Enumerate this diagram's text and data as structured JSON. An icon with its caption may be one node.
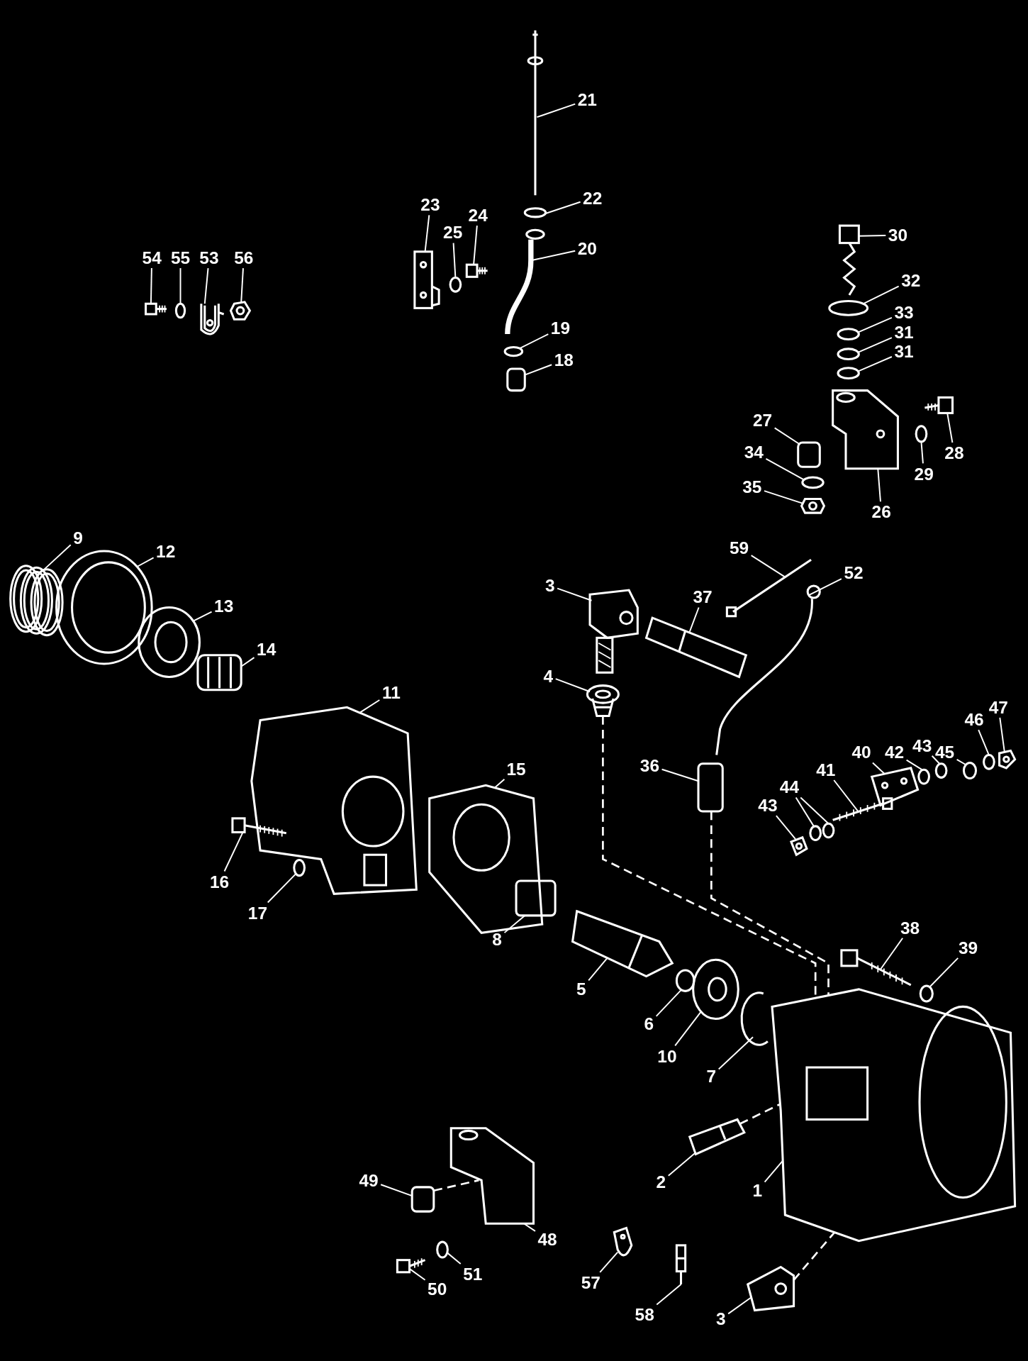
{
  "diagram": {
    "nodes": [
      {
        "text": [
          "21"
        ]
      },
      {
        "text": [
          "22"
        ]
      },
      {
        "text": [
          "23"
        ]
      },
      {
        "text": [
          "24"
        ]
      },
      {
        "text": [
          "25"
        ]
      },
      {
        "text": [
          "20"
        ]
      },
      {
        "text": [
          "30"
        ]
      },
      {
        "text": [
          "54"
        ]
      },
      {
        "text": [
          "55"
        ]
      },
      {
        "text": [
          "53"
        ]
      },
      {
        "text": [
          "56"
        ]
      },
      {
        "text": [
          "32"
        ]
      },
      {
        "text": [
          "33"
        ]
      },
      {
        "text": [
          "19"
        ]
      },
      {
        "text": [
          "31"
        ]
      },
      {
        "text": [
          "31"
        ]
      },
      {
        "text": [
          "18"
        ]
      },
      {
        "text": [
          "27"
        ]
      },
      {
        "text": [
          "34"
        ]
      },
      {
        "text": [
          "28"
        ]
      },
      {
        "text": [
          "29"
        ]
      },
      {
        "text": [
          "35"
        ]
      },
      {
        "text": [
          "26"
        ]
      },
      {
        "text": [
          "9"
        ]
      },
      {
        "text": [
          "59"
        ]
      },
      {
        "text": [
          "12"
        ]
      },
      {
        "text": [
          "52"
        ]
      },
      {
        "text": [
          "3"
        ]
      },
      {
        "text": [
          "37"
        ]
      },
      {
        "text": [
          "13"
        ]
      },
      {
        "text": [
          "14"
        ]
      },
      {
        "text": [
          "4"
        ]
      },
      {
        "text": [
          "11"
        ]
      },
      {
        "text": [
          "47"
        ]
      },
      {
        "text": [
          "46"
        ]
      },
      {
        "text": [
          "43"
        ]
      },
      {
        "text": [
          "42"
        ]
      },
      {
        "text": [
          "45"
        ]
      },
      {
        "text": [
          "40"
        ]
      },
      {
        "text": [
          "36"
        ]
      },
      {
        "text": [
          "15"
        ]
      },
      {
        "text": [
          "41"
        ]
      },
      {
        "text": [
          "44"
        ]
      },
      {
        "text": [
          "43"
        ]
      },
      {
        "text": [
          "16"
        ]
      },
      {
        "text": [
          "17"
        ]
      },
      {
        "text": [
          "38"
        ]
      },
      {
        "text": [
          "8"
        ]
      },
      {
        "text": [
          "39"
        ]
      },
      {
        "text": [
          "5"
        ]
      },
      {
        "text": [
          "6"
        ]
      },
      {
        "text": [
          "10"
        ]
      },
      {
        "text": [
          "7"
        ]
      },
      {
        "text": [
          "49"
        ]
      },
      {
        "text": [
          "2"
        ]
      },
      {
        "text": [
          "1"
        ]
      },
      {
        "text": [
          "48"
        ]
      },
      {
        "text": [
          "51"
        ]
      },
      {
        "text": [
          "57"
        ]
      },
      {
        "text": [
          "50"
        ]
      },
      {
        "text": [
          "58"
        ]
      },
      {
        "text": [
          "3"
        ]
      },
      {
        "text": [],
        "shape": "picture"
      },
      {
        "text": [],
        "shape": "circle"
      },
      {
        "text": [],
        "shape": "picture"
      },
      {
        "text": [],
        "shape": "picture"
      },
      {
        "text": [],
        "shape": "circle"
      },
      {
        "text": [],
        "shape": "picture"
      },
      {
        "text": [],
        "shape": "picture"
      },
      {
        "text": [],
        "shape": "picture"
      },
      {
        "text": [],
        "shape": "circle"
      },
      {
        "text": [],
        "shape": "picture"
      },
      {
        "text": [],
        "shape": "picture"
      },
      {
        "text": [],
        "shape": "circle"
      },
      {
        "text": [],
        "shape": "circle"
      },
      {
        "text": [],
        "shape": "circle"
      },
      {
        "text": [],
        "shape": "circle"
      },
      {
        "text": [],
        "shape": "circle"
      },
      {
        "text": [],
        "shape": "box"
      },
      {
        "text": [],
        "shape": "box"
      },
      {
        "text": [],
        "shape": "circle"
      },
      {
        "text": [],
        "shape": "picture"
      },
      {
        "text": [],
        "shape": "circle"
      },
      {
        "text": [],
        "shape": "picture"
      },
      {
        "text": [],
        "shape": "picture"
      },
      {
        "text": [],
        "shape": "picture"
      },
      {
        "text": [],
        "shape": "picture"
      },
      {
        "text": [],
        "shape": "picture"
      },
      {
        "text": [],
        "shape": "picture"
      },
      {
        "text": [],
        "shape": "picture"
      },
      {
        "text": [],
        "shape": "picture"
      },
      {
        "text": [],
        "shape": "picture"
      },
      {
        "text": [],
        "shape": "picture"
      },
      {
        "text": [],
        "shape": "picture"
      },
      {
        "text": [],
        "shape": "picture"
      },
      {
        "text": [],
        "shape": "picture"
      },
      {
        "text": [],
        "shape": "circle"
      },
      {
        "text": [],
        "shape": "circle"
      },
      {
        "text": [],
        "shape": "circle"
      },
      {
        "text": [],
        "shape": "circle"
      },
      {
        "text": [],
        "shape": "picture"
      },
      {
        "text": [],
        "shape": "box"
      },
      {
        "text": [],
        "shape": "picture"
      },
      {
        "text": [],
        "shape": "picture"
      },
      {
        "text": [],
        "shape": "circle"
      },
      {
        "text": [],
        "shape": "circle"
      },
      {
        "text": [],
        "shape": "picture"
      },
      {
        "text": [],
        "shape": "picture"
      },
      {
        "text": [],
        "shape": "circle"
      },
      {
        "text": [],
        "shape": "picture"
      },
      {
        "text": [],
        "shape": "box"
      },
      {
        "text": [],
        "shape": "circle"
      },
      {
        "text": [],
        "shape": "picture"
      },
      {
        "text": [],
        "shape": "circle"
      },
      {
        "text": [],
        "shape": "picture"
      },
      {
        "text": [],
        "shape": "picture"
      },
      {
        "text": [],
        "shape": "box"
      },
      {
        "text": [],
        "shape": "picture"
      },
      {
        "text": [],
        "shape": "picture"
      },
      {
        "text": [],
        "shape": "picture"
      },
      {
        "text": [],
        "shape": "circle"
      },
      {
        "text": [],
        "shape": "picture"
      },
      {
        "text": [],
        "shape": "picture"
      },
      {
        "text": [],
        "shape": "picture"
      },
      {
        "text": [],
        "shape": "picture"
      }
    ],
    "edges": [
      {
        "from": 0,
        "to": 62,
        "arrow": "none"
      },
      {
        "from": 1,
        "to": 63,
        "arrow": "none"
      },
      {
        "from": 2,
        "to": 64,
        "arrow": "none"
      },
      {
        "from": 3,
        "to": 65,
        "arrow": "none"
      },
      {
        "from": 4,
        "to": 66,
        "arrow": "none"
      },
      {
        "from": 5,
        "to": 67,
        "arrow": "none"
      },
      {
        "from": 6,
        "to": 68,
        "arrow": "none"
      },
      {
        "from": 7,
        "to": 69,
        "arrow": "none"
      },
      {
        "from": 8,
        "to": 70,
        "arrow": "none"
      },
      {
        "from": 9,
        "to": 71,
        "arrow": "none"
      },
      {
        "from": 10,
        "to": 72,
        "arrow": "none"
      },
      {
        "from": 11,
        "to": 73,
        "arrow": "none"
      },
      {
        "from": 12,
        "to": 74,
        "arrow": "none"
      },
      {
        "from": 13,
        "to": 75,
        "arrow": "none"
      },
      {
        "from": 14,
        "to": 76,
        "arrow": "none"
      },
      {
        "from": 15,
        "to": 77,
        "arrow": "none"
      },
      {
        "from": 16,
        "to": 78,
        "arrow": "none"
      },
      {
        "from": 17,
        "to": 79,
        "arrow": "none"
      },
      {
        "from": 18,
        "to": 80,
        "arrow": "none"
      },
      {
        "from": 19,
        "to": 81,
        "arrow": "none"
      },
      {
        "from": 20,
        "to": 82,
        "arrow": "none"
      },
      {
        "from": 21,
        "to": 83,
        "arrow": "none"
      },
      {
        "from": 22,
        "to": 84,
        "arrow": "none"
      },
      {
        "from": 23,
        "to": 85,
        "arrow": "none"
      },
      {
        "from": 24,
        "to": 86,
        "arrow": "none"
      },
      {
        "from": 25,
        "to": 87,
        "arrow": "none"
      },
      {
        "from": 26,
        "to": 88,
        "arrow": "none"
      },
      {
        "from": 27,
        "to": 89,
        "arrow": "none"
      },
      {
        "from": 28,
        "to": 90,
        "arrow": "none"
      },
      {
        "from": 29,
        "to": 91,
        "arrow": "none"
      },
      {
        "from": 30,
        "to": 92,
        "arrow": "none"
      },
      {
        "from": 31,
        "to": 93,
        "arrow": "none"
      },
      {
        "from": 32,
        "to": 94,
        "arrow": "none"
      },
      {
        "from": 33,
        "to": 95,
        "arrow": "none"
      },
      {
        "from": 34,
        "to": 96,
        "arrow": "none"
      },
      {
        "from": 35,
        "to": 97,
        "arrow": "none"
      },
      {
        "from": 36,
        "to": 98,
        "arrow": "none"
      },
      {
        "from": 37,
        "to": 99,
        "arrow": "none"
      },
      {
        "from": 38,
        "to": 100,
        "arrow": "none"
      },
      {
        "from": 39,
        "to": 101,
        "arrow": "none"
      },
      {
        "from": 40,
        "to": 102,
        "arrow": "none"
      },
      {
        "from": 41,
        "to": 103,
        "arrow": "none"
      },
      {
        "from": 42,
        "to": 104,
        "arrow": "none"
      },
      {
        "from": 42,
        "to": 105,
        "arrow": "none"
      },
      {
        "from": 43,
        "to": 106,
        "arrow": "none"
      },
      {
        "from": 44,
        "to": 107,
        "arrow": "none"
      },
      {
        "from": 45,
        "to": 108,
        "arrow": "none"
      },
      {
        "from": 46,
        "to": 109,
        "arrow": "none"
      },
      {
        "from": 47,
        "to": 110,
        "arrow": "none"
      },
      {
        "from": 48,
        "to": 111,
        "arrow": "none"
      },
      {
        "from": 49,
        "to": 112,
        "arrow": "none"
      },
      {
        "from": 50,
        "to": 113,
        "arrow": "none"
      },
      {
        "from": 51,
        "to": 114,
        "arrow": "none"
      },
      {
        "from": 52,
        "to": 115,
        "arrow": "none"
      },
      {
        "from": 53,
        "to": 116,
        "arrow": "none"
      },
      {
        "from": 54,
        "to": 117,
        "arrow": "none"
      },
      {
        "from": 55,
        "to": 118,
        "arrow": "none"
      },
      {
        "from": 56,
        "to": 119,
        "arrow": "none"
      },
      {
        "from": 57,
        "to": 120,
        "arrow": "none"
      },
      {
        "from": 58,
        "to": 121,
        "arrow": "none"
      },
      {
        "from": 59,
        "to": 122,
        "arrow": "none"
      },
      {
        "from": 60,
        "to": 123,
        "arrow": "none"
      },
      {
        "from": 61,
        "to": 124,
        "arrow": "none"
      },
      {
        "from": 93,
        "to": 118,
        "arrow": "none",
        "style": "dashed"
      },
      {
        "from": 101,
        "to": 118,
        "arrow": "none",
        "style": "dashed"
      },
      {
        "from": 116,
        "to": 119,
        "arrow": "none",
        "style": "dashed"
      },
      {
        "from": 117,
        "to": 118,
        "arrow": "none",
        "style": "dashed"
      },
      {
        "from": 124,
        "to": 118,
        "arrow": "none",
        "style": "dashed"
      }
    ]
  }
}
